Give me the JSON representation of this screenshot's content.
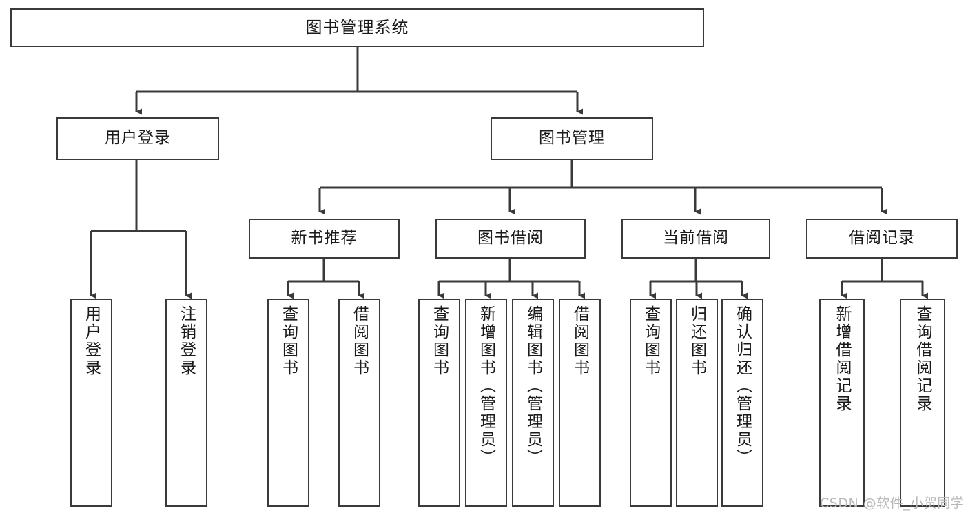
{
  "diagram": {
    "type": "hierarchy-tree",
    "title": "图书管理系统",
    "root": {
      "label": "图书管理系统"
    },
    "level2": [
      {
        "id": "user-login",
        "label": "用户登录"
      },
      {
        "id": "book-manage",
        "label": "图书管理"
      }
    ],
    "level3": [
      {
        "id": "new-book-recommend",
        "label": "新书推荐",
        "parent": "book-manage"
      },
      {
        "id": "book-borrow",
        "label": "图书借阅",
        "parent": "book-manage"
      },
      {
        "id": "current-borrow",
        "label": "当前借阅",
        "parent": "book-manage"
      },
      {
        "id": "borrow-record",
        "label": "借阅记录",
        "parent": "book-manage"
      }
    ],
    "leaves": {
      "user_login": [
        {
          "id": "leaf-user-login",
          "label": "用户登录"
        },
        {
          "id": "leaf-logout",
          "label": "注销登录"
        }
      ],
      "new_book_recommend": [
        {
          "id": "leaf-query-book-1",
          "label": "查询图书"
        },
        {
          "id": "leaf-borrow-book-1",
          "label": "借阅图书"
        }
      ],
      "book_borrow": [
        {
          "id": "leaf-query-book-2",
          "label": "查询图书"
        },
        {
          "id": "leaf-add-book",
          "label": "新增图书（管理员）"
        },
        {
          "id": "leaf-edit-book",
          "label": "编辑图书（管理员）"
        },
        {
          "id": "leaf-borrow-book-2",
          "label": "借阅图书"
        }
      ],
      "current_borrow": [
        {
          "id": "leaf-query-book-3",
          "label": "查询图书"
        },
        {
          "id": "leaf-return-book",
          "label": "归还图书"
        },
        {
          "id": "leaf-confirm-return",
          "label": "确认归还（管理员）"
        }
      ],
      "borrow_record": [
        {
          "id": "leaf-add-record",
          "label": "新增借阅记录"
        },
        {
          "id": "leaf-query-record",
          "label": "查询借阅记录"
        }
      ]
    },
    "watermark": "CSDN @软件_小贺同学",
    "colors": {
      "border": "#3a3a3a",
      "background": "#ffffff",
      "text": "#1a1a1a",
      "watermark": "#b8b8b8"
    }
  }
}
